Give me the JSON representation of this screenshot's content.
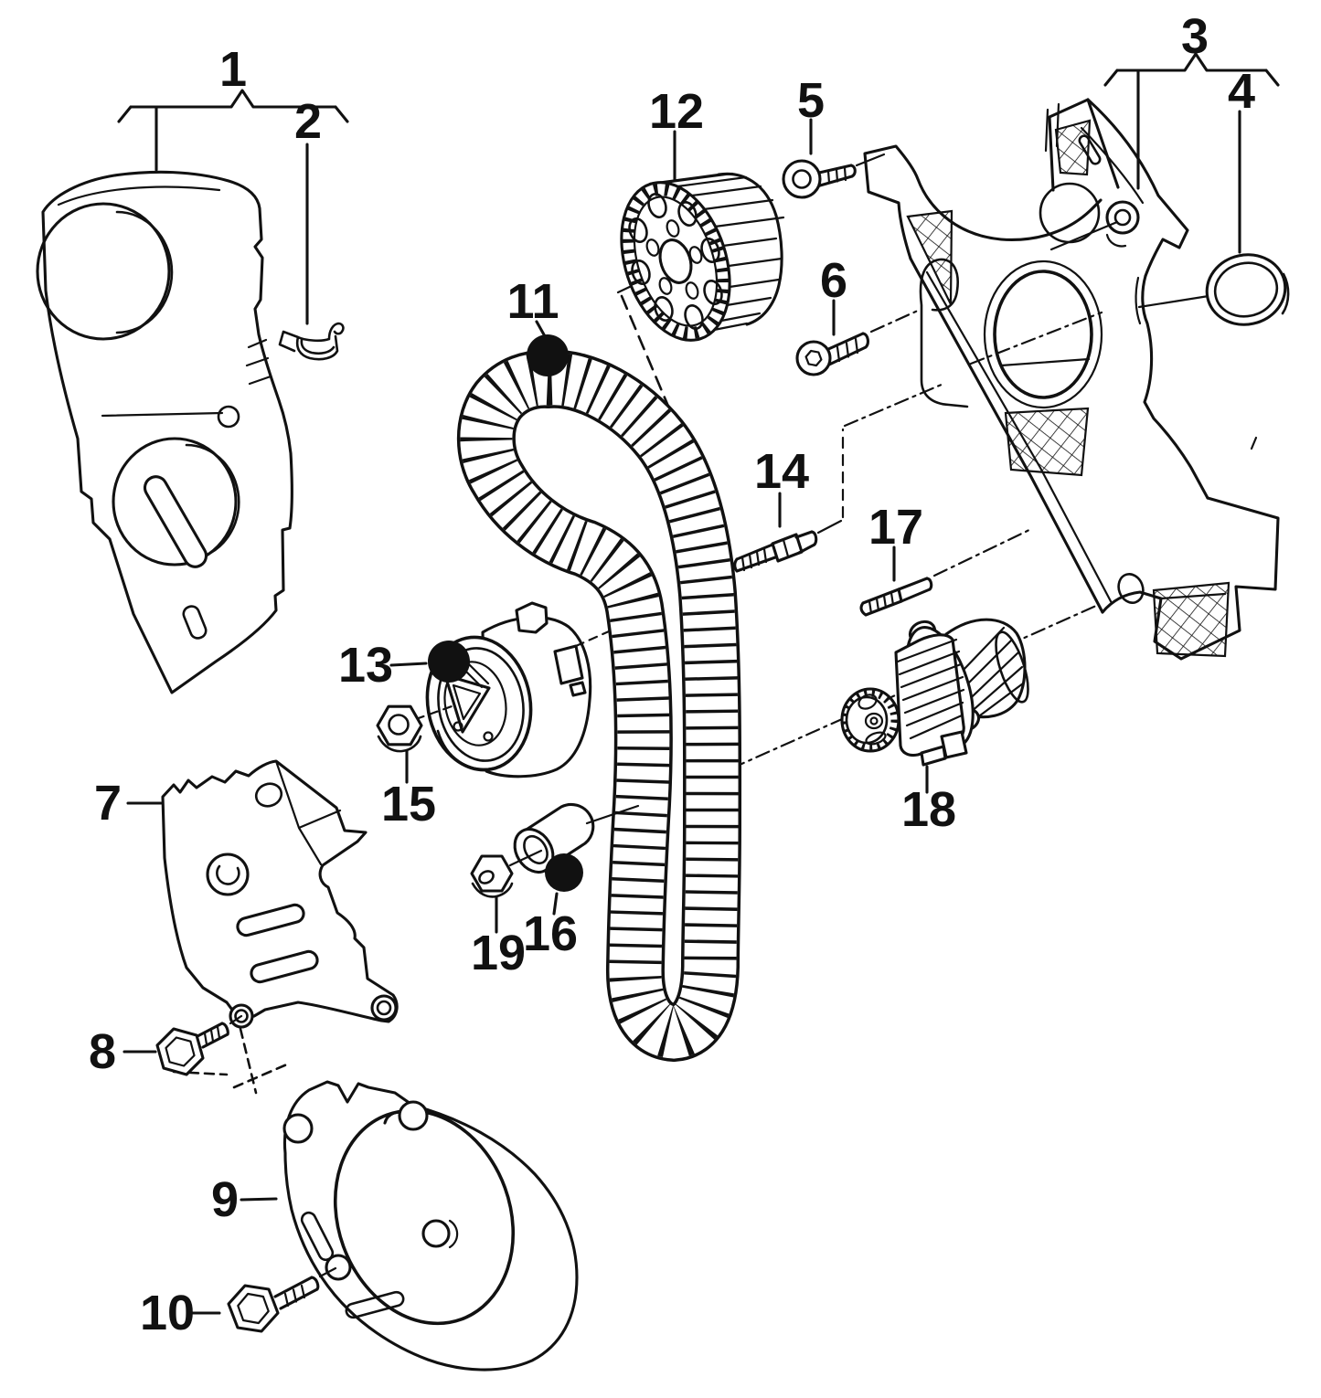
{
  "diagram": {
    "kind": "exploded-parts-line-drawing",
    "background_color": "#ffffff",
    "line_color": "#111111",
    "dot_marker_color": "#111111",
    "callouts": [
      {
        "num": "1",
        "marker": "bracket"
      },
      {
        "num": "2",
        "marker": "leader"
      },
      {
        "num": "3",
        "marker": "bracket"
      },
      {
        "num": "4",
        "marker": "leader"
      },
      {
        "num": "5",
        "marker": "leader"
      },
      {
        "num": "6",
        "marker": "leader"
      },
      {
        "num": "7",
        "marker": "leader"
      },
      {
        "num": "8",
        "marker": "leader"
      },
      {
        "num": "9",
        "marker": "leader"
      },
      {
        "num": "10",
        "marker": "leader"
      },
      {
        "num": "11",
        "marker": "dot"
      },
      {
        "num": "12",
        "marker": "leader"
      },
      {
        "num": "13",
        "marker": "dot"
      },
      {
        "num": "14",
        "marker": "leader"
      },
      {
        "num": "15",
        "marker": "leader"
      },
      {
        "num": "16",
        "marker": "dot"
      },
      {
        "num": "17",
        "marker": "leader"
      },
      {
        "num": "18",
        "marker": "leader"
      },
      {
        "num": "19",
        "marker": "leader"
      }
    ]
  }
}
